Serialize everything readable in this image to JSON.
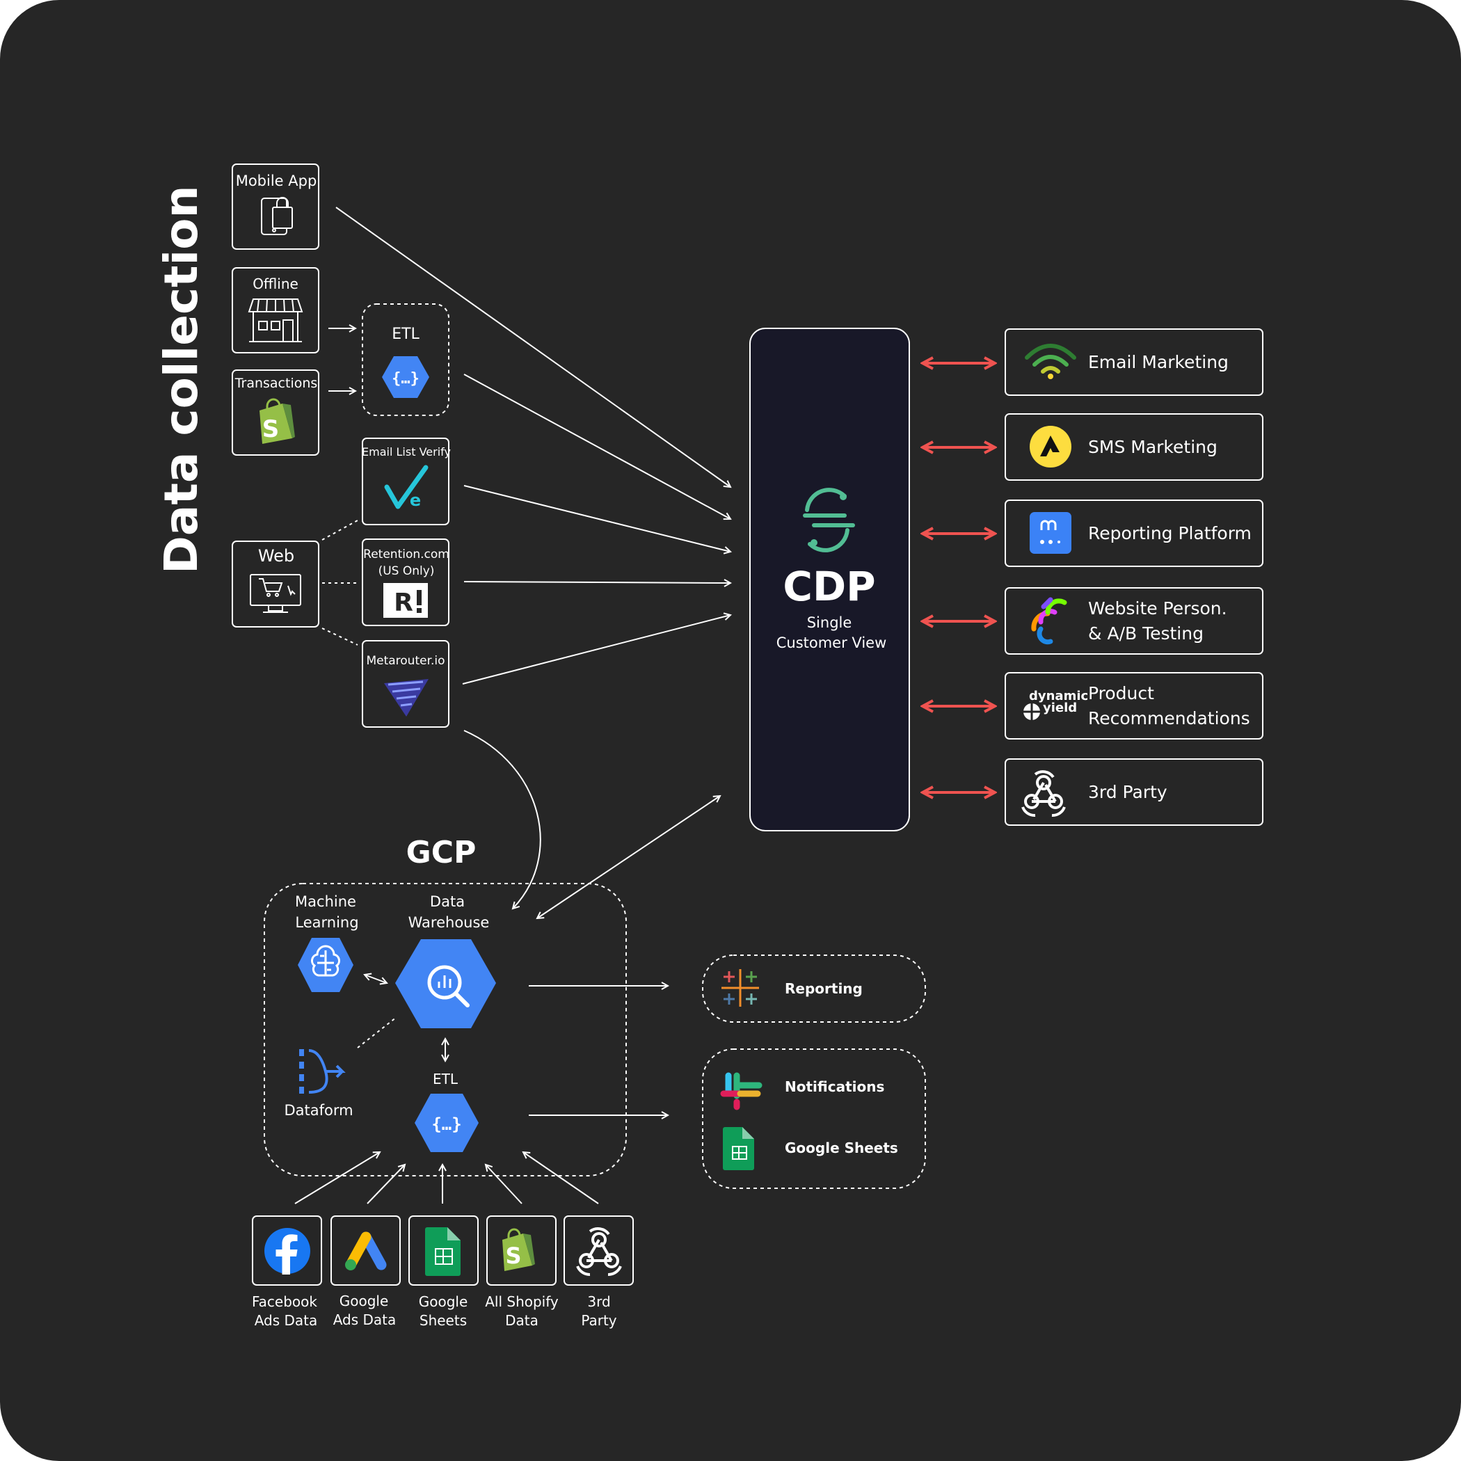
{
  "title": "Data collection",
  "sources": {
    "mobile_app": "Mobile App",
    "offline": "Offline",
    "transactions": "Transactions",
    "web": "Web",
    "etl": "ETL",
    "email_list_verify": "Email List Verify",
    "retention_line1": "Retention.com",
    "retention_line2": "(US Only)",
    "metarouter": "Metarouter.io"
  },
  "cdp": {
    "title": "CDP",
    "subtitle_line1": "Single",
    "subtitle_line2": "Customer View"
  },
  "destinations": [
    {
      "line1": "Email Marketing",
      "line2": ""
    },
    {
      "line1": "SMS Marketing",
      "line2": ""
    },
    {
      "line1": "Reporting Platform",
      "line2": ""
    },
    {
      "line1": "Website Person.",
      "line2": "& A/B Testing"
    },
    {
      "line1": "Product",
      "line2": "Recommendations"
    },
    {
      "line1": "3rd Party",
      "line2": ""
    }
  ],
  "dynamic_yield_logo": {
    "line1": "dynamic",
    "line2": "yield"
  },
  "gcp": {
    "title": "GCP",
    "ml_line1": "Machine",
    "ml_line2": "Learning",
    "dw_line1": "Data",
    "dw_line2": "Warehouse",
    "dataform": "Dataform",
    "etl": "ETL"
  },
  "outputs": {
    "reporting": "Reporting",
    "notifications": "Notifications",
    "google_sheets": "Google Sheets"
  },
  "bottom_sources": [
    {
      "line1": "Facebook",
      "line2": "Ads Data"
    },
    {
      "line1": "Google",
      "line2": "Ads Data"
    },
    {
      "line1": "Google",
      "line2": "Sheets"
    },
    {
      "line1": "All Shopify",
      "line2": "Data"
    },
    {
      "line1": "3rd",
      "line2": "Party"
    }
  ],
  "colors": {
    "background": "#262626",
    "cdp_panel": "#181828",
    "arrow_red": "#ef5350",
    "gcp_blue": "#4285f4"
  }
}
